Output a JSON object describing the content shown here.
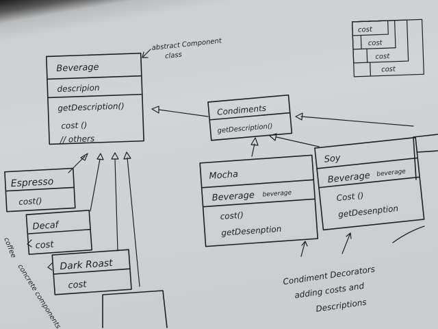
{
  "beverage": {
    "name": "Beverage",
    "field": "descripion",
    "methods": [
      "getDescription()",
      "cost ()",
      "// others"
    ]
  },
  "abstract_note": [
    "abstract Component",
    "class"
  ],
  "espresso": {
    "name": "Espresso",
    "method": "cost()"
  },
  "decaf": {
    "name": "Decaf",
    "method": "cost"
  },
  "darkroast": {
    "name": "Dark Roast",
    "method": "cost"
  },
  "concrete_note": [
    "coffee",
    "concrete components"
  ],
  "condiments": {
    "name": "Condiments",
    "method": "getDescription()"
  },
  "mocha": {
    "name": "Mocha",
    "field": "Beverage",
    "field_type": "beverage",
    "methods": [
      "cost()",
      "getDesenption"
    ]
  },
  "soy": {
    "name": "Soy",
    "field": "Beverage",
    "field_type": "beverage",
    "methods": [
      "Cost ()",
      "getDesenption"
    ]
  },
  "decorator_note": [
    "Condiment Decorators",
    "adding costs and",
    "Descriptions"
  ],
  "stack": [
    "cost",
    "cost",
    "cost",
    "cost"
  ]
}
